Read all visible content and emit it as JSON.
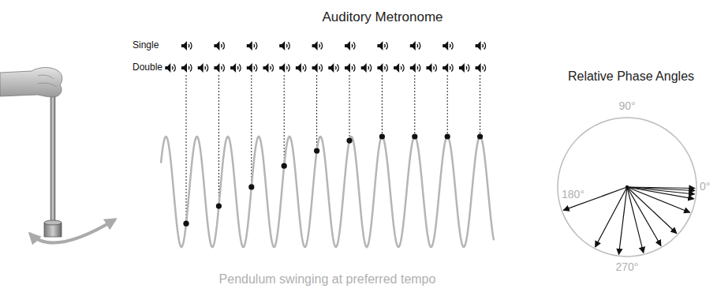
{
  "diagram": {
    "labels": [
      "Auditory Metronome",
      "Single",
      "Double",
      "Relative Phase Angles",
      "90°",
      "180°",
      "0°",
      "270°",
      "Pendulum swinging at preferred tempo"
    ]
  }
}
